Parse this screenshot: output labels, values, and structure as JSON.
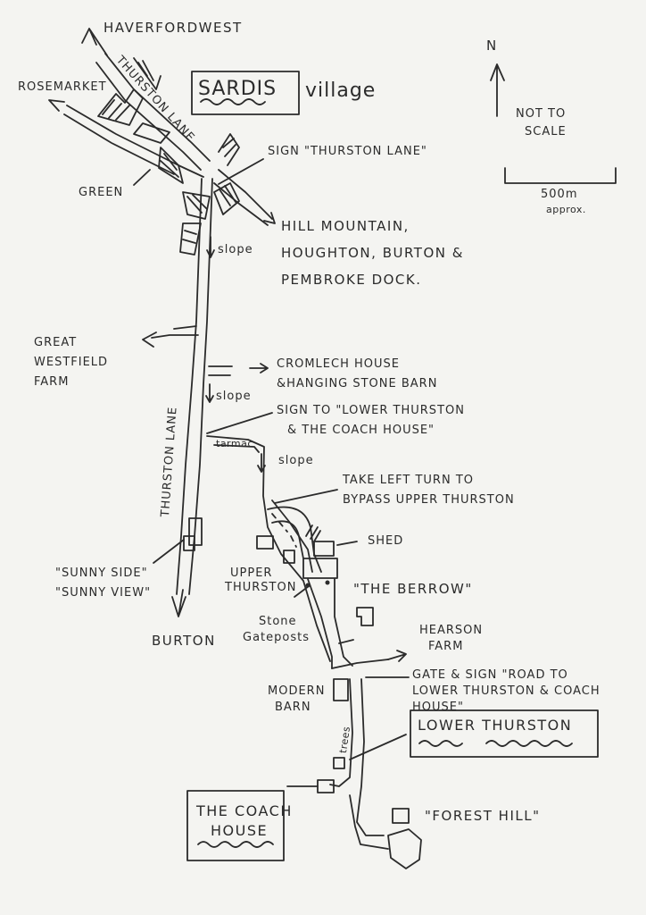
{
  "places": {
    "haverfordwest": "HAVERFORDWEST",
    "rosemarket": "ROSEMARKET",
    "thurston_lane_top": "THURSTON LANE",
    "sardis": "SARDIS",
    "village": "village",
    "green": "GREEN",
    "sign_thurston_lane": "SIGN \"THURSTON LANE\"",
    "hill_mountain_1": "HILL MOUNTAIN,",
    "hill_mountain_2": "HOUGHTON, BURTON &",
    "hill_mountain_3": "PEMBROKE DOCK.",
    "slope_1": "slope",
    "great_westfield_1": "GREAT",
    "great_westfield_2": "WESTFIELD",
    "great_westfield_3": "FARM",
    "cromlech_1": "CROMLECH HOUSE",
    "cromlech_2": "&HANGING STONE BARN",
    "slope_2": "slope",
    "sign_lower_1": "SIGN TO \"LOWER THURSTON",
    "sign_lower_2": "& THE COACH HOUSE\"",
    "thurston_lane_mid": "THURSTON LANE",
    "tarmac": "tarmac",
    "slope_3": "slope",
    "take_left_1": "TAKE LEFT TURN TO",
    "take_left_2": "BYPASS UPPER THURSTON",
    "shed": "SHED",
    "upper_thurston_1": "UPPER",
    "upper_thurston_2": "THURSTON",
    "the_berrow": "\"THE BERROW\"",
    "sunny_side": "\"SUNNY SIDE\"",
    "sunny_view": "\"SUNNY VIEW\"",
    "stone_gateposts_1": "Stone",
    "stone_gateposts_2": "Gateposts",
    "burton": "BURTON",
    "hearson_1": "HEARSON",
    "hearson_2": "FARM",
    "gate_sign_1": "GATE & SIGN \"ROAD TO",
    "gate_sign_2": "LOWER THURSTON & COACH",
    "gate_sign_3": "HOUSE\"",
    "modern_barn_1": "MODERN",
    "modern_barn_2": "BARN",
    "trees": "trees",
    "lower_thurston": "LOWER THURSTON",
    "coach_house_1": "THE COACH",
    "coach_house_2": "HOUSE",
    "forest_hill": "\"FOREST HILL\""
  },
  "north": "N",
  "scale_note_1": "NOT TO",
  "scale_note_2": "SCALE",
  "scale_label_1": "500m",
  "scale_label_2": "approx.",
  "ink_color": "#2b2b2b",
  "paper_color": "#f4f4f1"
}
